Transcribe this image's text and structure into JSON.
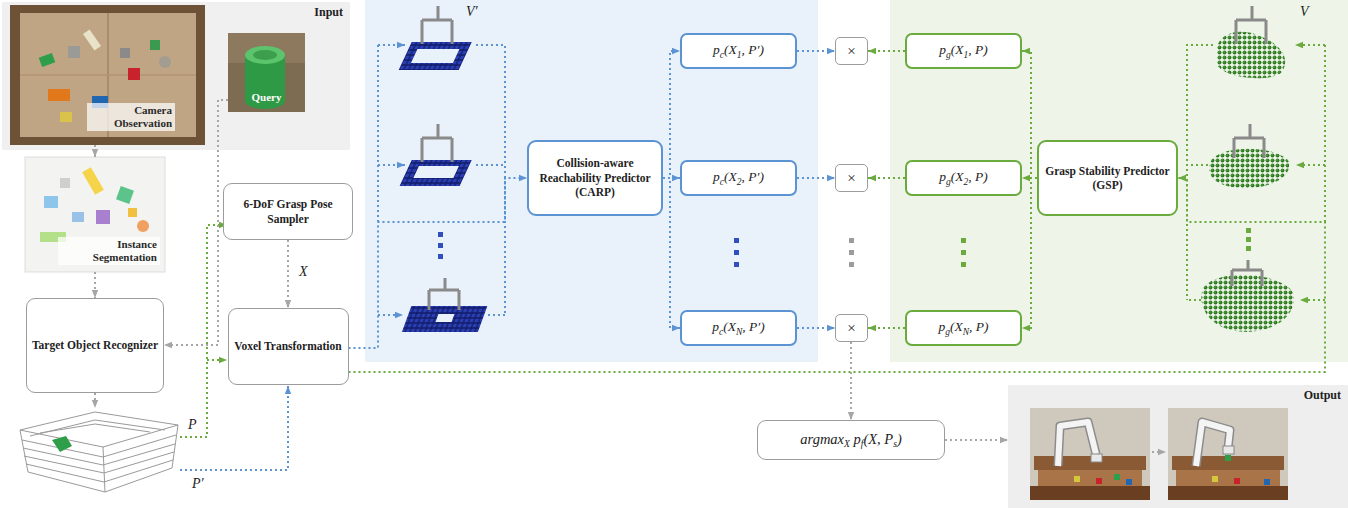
{
  "diagram": {
    "nodes": [
      {
        "text": [
          "Input"
        ]
      },
      {
        "text": [
          "Camera Observation"
        ],
        "in": 0
      },
      {
        "text": [
          "Query"
        ],
        "in": 0
      },
      {
        "text": [
          "Instance Segmentation"
        ]
      },
      {
        "text": [
          "Target Object Recognizer"
        ]
      },
      {
        "text": [
          "6-DoF Grasp Pose Sampler"
        ]
      },
      {
        "text": [
          "Voxel Transformation"
        ]
      },
      {
        "text": [
          "Collision-aware Reachability Predictor (CARP)"
        ]
      },
      {
        "text": [
          "p",
          "c",
          "(X",
          "1",
          ", P′)"
        ]
      },
      {
        "text": [
          "p",
          "c",
          "(X",
          "2",
          ", P′)"
        ]
      },
      {
        "text": [
          "p",
          "c",
          "(X",
          "N",
          ", P′)"
        ]
      },
      {
        "text": [
          "×"
        ]
      },
      {
        "text": [
          "×"
        ]
      },
      {
        "text": [
          "×"
        ]
      },
      {
        "text": [
          "p",
          "g",
          "(X",
          "1",
          ", P)"
        ]
      },
      {
        "text": [
          "p",
          "g",
          "(X",
          "2",
          ", P)"
        ]
      },
      {
        "text": [
          "p",
          "g",
          "(X",
          "N",
          ", P)"
        ]
      },
      {
        "text": [
          "Grasp Stability Predictor (GSP)"
        ]
      },
      {
        "text": [
          "argmax",
          "X",
          " p",
          "f",
          "(X, P",
          "s",
          ")"
        ]
      },
      {
        "text": [
          "Output"
        ]
      }
    ],
    "edges": [
      {
        "from": 1,
        "to": 3,
        "arrow": "to"
      },
      {
        "from": 3,
        "to": 4,
        "arrow": "to"
      },
      {
        "from": 2,
        "to": 4,
        "arrow": "to"
      },
      {
        "from": 5,
        "to": 6,
        "label": "X",
        "arrow": "to"
      },
      {
        "from": 6,
        "to": 7,
        "arrow": "to"
      },
      {
        "from": 7,
        "to": 8,
        "arrow": "to"
      },
      {
        "from": 7,
        "to": 9,
        "arrow": "to"
      },
      {
        "from": 7,
        "to": 10,
        "arrow": "to"
      },
      {
        "from": 8,
        "to": 11,
        "arrow": "to"
      },
      {
        "from": 9,
        "to": 12,
        "arrow": "to"
      },
      {
        "from": 10,
        "to": 13,
        "arrow": "to"
      },
      {
        "from": 14,
        "to": 11,
        "arrow": "to"
      },
      {
        "from": 15,
        "to": 12,
        "arrow": "to"
      },
      {
        "from": 16,
        "to": 13,
        "arrow": "to"
      },
      {
        "from": 17,
        "to": 14,
        "arrow": "to"
      },
      {
        "from": 17,
        "to": 15,
        "arrow": "to"
      },
      {
        "from": 17,
        "to": 16,
        "arrow": "to"
      },
      {
        "from": 6,
        "to": 17,
        "arrow": "to"
      },
      {
        "from": 13,
        "to": 18,
        "arrow": "to"
      },
      {
        "from": 18,
        "to": 19,
        "arrow": "to"
      }
    ],
    "labels": [
      "V′",
      "V",
      "P",
      "P′"
    ]
  }
}
